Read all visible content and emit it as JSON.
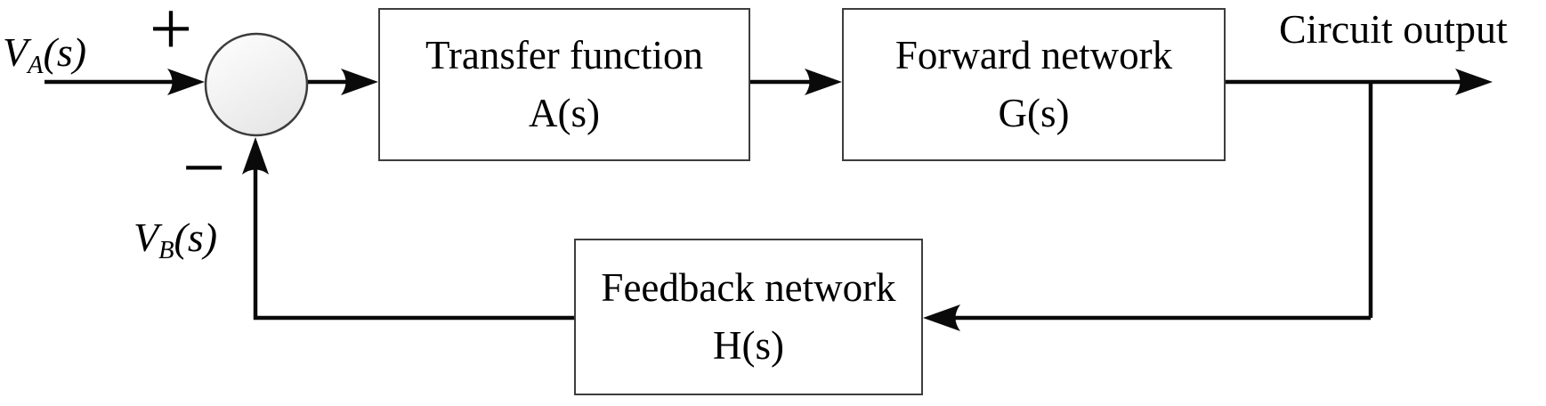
{
  "signals": {
    "input": {
      "base": "V",
      "sub": "A",
      "arg": "(s)"
    },
    "feedback": {
      "base": "V",
      "sub": "B",
      "arg": "(s)"
    },
    "output_label": "Circuit output",
    "plus": "+",
    "minus": "−"
  },
  "blocks": {
    "transfer": {
      "name": "Transfer function",
      "symbol": "A(s)"
    },
    "forward": {
      "name": "Forward network",
      "symbol": "G(s)"
    },
    "feedback": {
      "name": "Feedback network",
      "symbol": "H(s)"
    }
  },
  "colors": {
    "background": "#ffffff",
    "wire": "#0a0a0a",
    "block_border": "#3d3d3d",
    "text": "#000000",
    "summing_fill_top": "#ffffff",
    "summing_fill_bottom": "#e7e7e7",
    "summing_stroke": "#3c3c3c"
  }
}
